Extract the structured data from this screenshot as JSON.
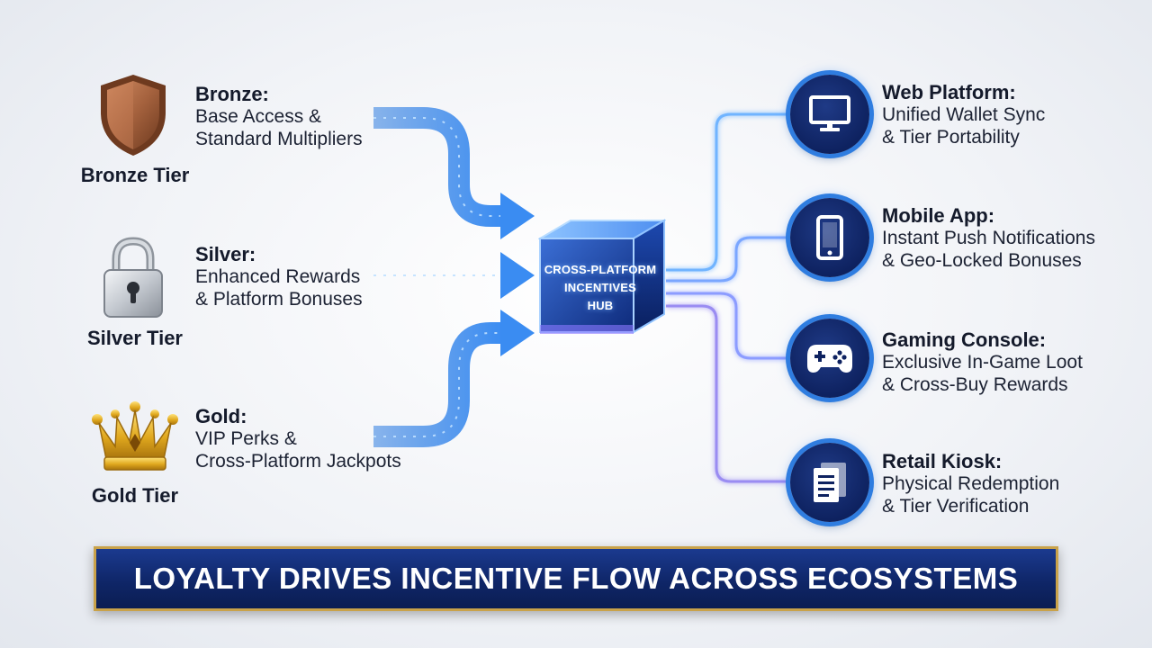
{
  "tiers": [
    {
      "key": "bronze",
      "name": "Bronze Tier",
      "title": "Bronze:",
      "lines": [
        "Base Access &",
        "Standard Multipliers"
      ],
      "icon": "shield-icon",
      "color": "#a5623e"
    },
    {
      "key": "silver",
      "name": "Silver Tier",
      "title": "Silver:",
      "lines": [
        "Enhanced Rewards",
        "& Platform Bonuses"
      ],
      "icon": "padlock-icon",
      "color": "#b9bec6"
    },
    {
      "key": "gold",
      "name": "Gold Tier",
      "title": "Gold:",
      "lines": [
        "VIP Perks &",
        "Cross-Platform Jackpots"
      ],
      "icon": "crown-icon",
      "color": "#e0a81e"
    }
  ],
  "hub": {
    "lines": [
      "CROSS-PLATFORM",
      "INCENTIVES",
      "HUB"
    ]
  },
  "platforms": [
    {
      "key": "web",
      "title": "Web Platform:",
      "lines": [
        "Unified Wallet Sync",
        "& Tier Portability"
      ],
      "icon": "monitor-icon"
    },
    {
      "key": "mobile",
      "title": "Mobile App:",
      "lines": [
        "Instant Push Notifications",
        "& Geo-Locked Bonuses"
      ],
      "icon": "smartphone-icon"
    },
    {
      "key": "console",
      "title": "Gaming Console:",
      "lines": [
        "Exclusive In-Game Loot",
        "& Cross-Buy Rewards"
      ],
      "icon": "gamepad-icon"
    },
    {
      "key": "kiosk",
      "title": "Retail Kiosk:",
      "lines": [
        "Physical Redemption",
        "& Tier Verification"
      ],
      "icon": "document-icon"
    }
  ],
  "banner": {
    "text": "LOYALTY DRIVES INCENTIVE FLOW ACROSS ECOSYSTEMS"
  },
  "colors": {
    "flow": "#2f7de0",
    "accent": "#c9a24a",
    "navy": "#0f2668"
  }
}
